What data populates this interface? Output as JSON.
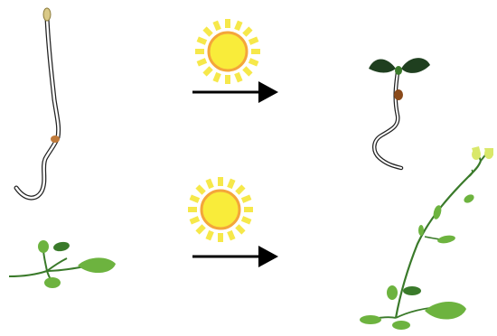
{
  "diagram": {
    "stages": [
      {
        "before": "etiolated-seedling",
        "stimulus": "sun-icon",
        "after": "de-etiolated-seedling"
      },
      {
        "before": "vegetative-rosette",
        "stimulus": "sun-icon",
        "after": "flowering-plant"
      }
    ],
    "colors": {
      "sun_rays": "#f6e84a",
      "sun_disc": "#f9ec3a",
      "sun_ring": "#f4a63a",
      "leaf_green": "#6db33f",
      "leaf_dark_green": "#3a7a2a",
      "cotyledon_dark": "#1f3f1f",
      "flower_yellow": "#d9e86a",
      "seed_brown": "#c07a3a",
      "stem_outline": "#222222",
      "arrow": "#000000"
    }
  }
}
